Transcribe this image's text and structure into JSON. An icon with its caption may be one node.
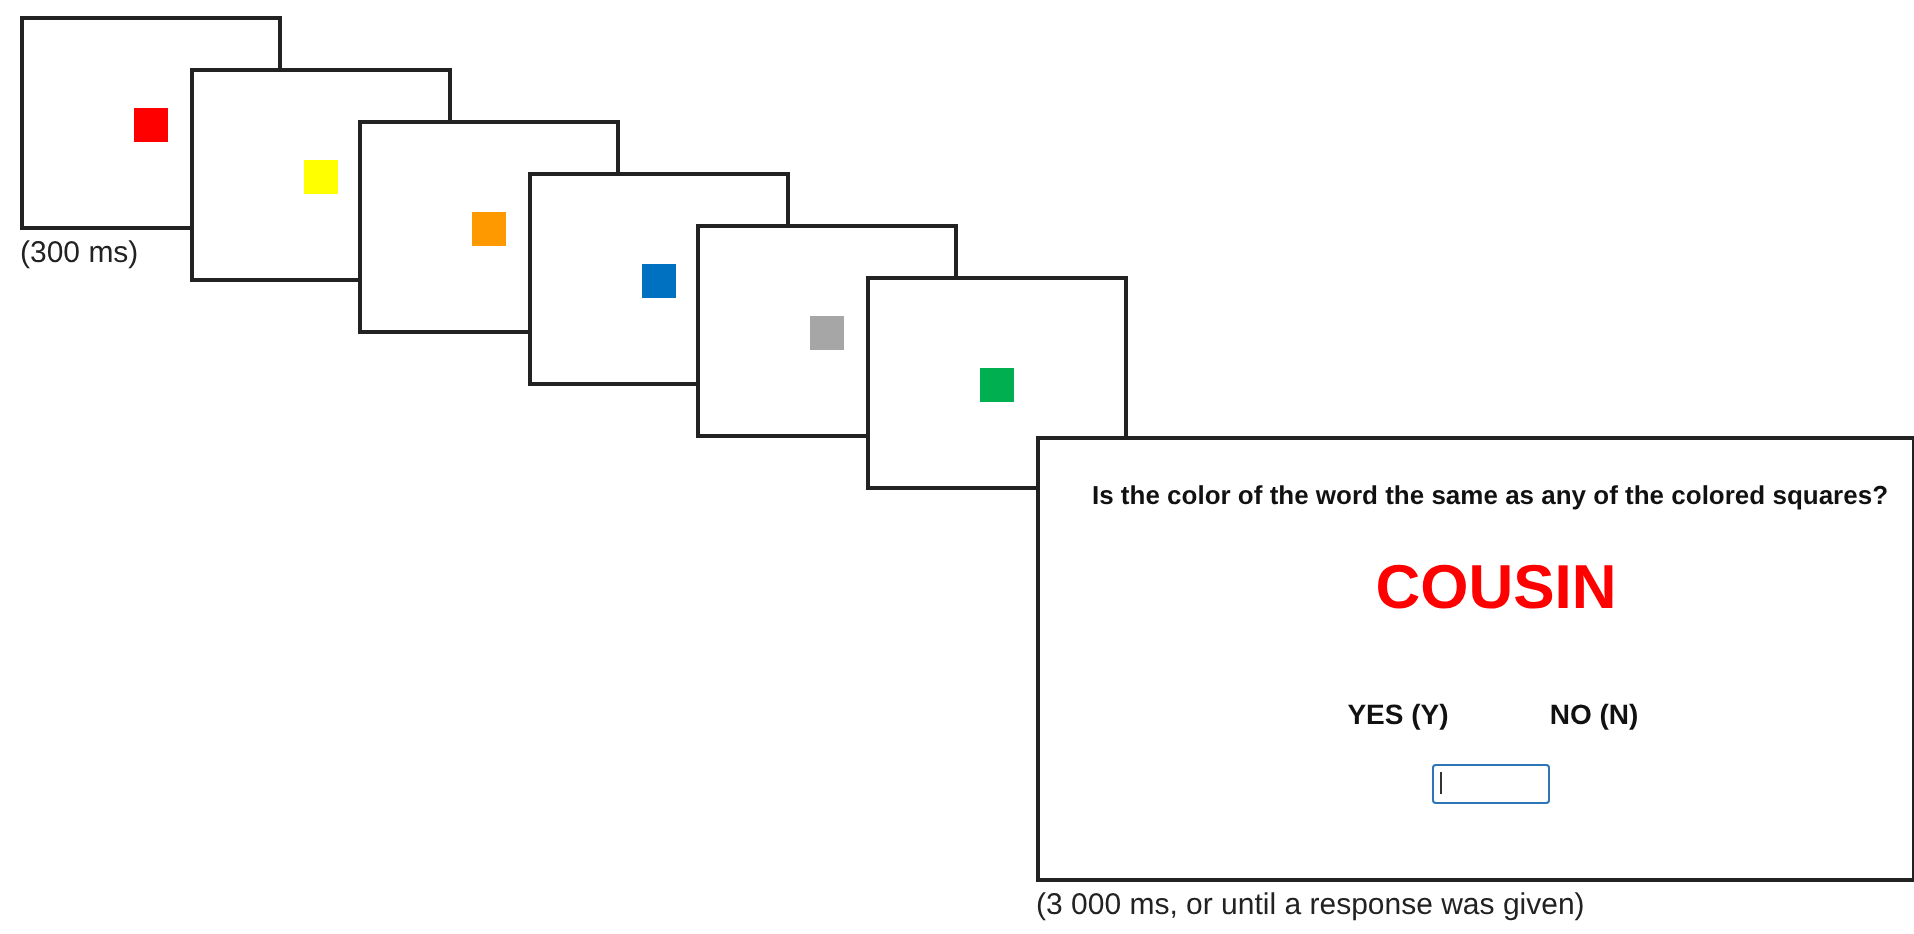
{
  "diagram": {
    "nodes": [
      {
        "text": [],
        "shape": "box",
        "beside": [
          "(300 ms)"
        ]
      },
      {
        "text": [],
        "shape": "box"
      },
      {
        "text": [],
        "shape": "box"
      },
      {
        "text": [],
        "shape": "box"
      },
      {
        "text": [],
        "shape": "box"
      },
      {
        "text": [],
        "shape": "box"
      },
      {
        "text": [
          "Is the color of the word the same as any of the colored squares?",
          "COUSIN",
          "YES (Y)",
          "NO (N)"
        ],
        "beside": [
          "(3 000 ms, or until a response was given)"
        ]
      },
      {
        "text": [],
        "shape": "box",
        "in": 6
      }
    ]
  }
}
